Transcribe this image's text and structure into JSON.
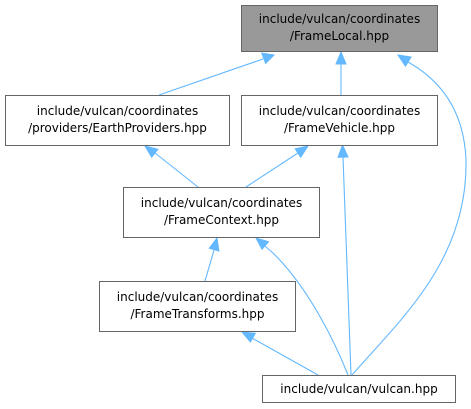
{
  "graph": {
    "nodes": {
      "frame_local": {
        "line1": "include/vulcan/coordinates",
        "line2": "/FrameLocal.hpp"
      },
      "earth_providers": {
        "line1": "include/vulcan/coordinates",
        "line2": "/providers/EarthProviders.hpp"
      },
      "frame_vehicle": {
        "line1": "include/vulcan/coordinates",
        "line2": "/FrameVehicle.hpp"
      },
      "frame_context": {
        "line1": "include/vulcan/coordinates",
        "line2": "/FrameContext.hpp"
      },
      "frame_transforms": {
        "line1": "include/vulcan/coordinates",
        "line2": "/FrameTransforms.hpp"
      },
      "vulcan": {
        "line1": "include/vulcan/vulcan.hpp"
      }
    },
    "edges": [
      {
        "from": "earth_providers",
        "to": "frame_local"
      },
      {
        "from": "frame_vehicle",
        "to": "frame_local"
      },
      {
        "from": "vulcan",
        "to": "frame_local"
      },
      {
        "from": "frame_context",
        "to": "earth_providers"
      },
      {
        "from": "frame_context",
        "to": "frame_vehicle"
      },
      {
        "from": "vulcan",
        "to": "frame_vehicle"
      },
      {
        "from": "frame_transforms",
        "to": "frame_context"
      },
      {
        "from": "vulcan",
        "to": "frame_context"
      },
      {
        "from": "vulcan",
        "to": "frame_transforms"
      }
    ],
    "colors": {
      "edge": "#63b8ff",
      "node_border": "#666666",
      "root_fill": "#999999",
      "node_fill": "#ffffff",
      "text": "#000000"
    }
  }
}
